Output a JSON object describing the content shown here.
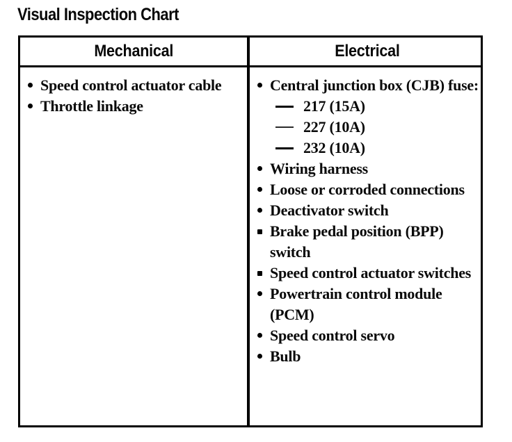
{
  "document": {
    "title": "Visual Inspection Chart"
  },
  "table": {
    "columns": [
      {
        "header": "Mechanical"
      },
      {
        "header": "Electrical"
      }
    ],
    "mechanical": {
      "items": [
        {
          "bullet": "round",
          "text": "Speed control actuator cable"
        },
        {
          "bullet": "round",
          "text": "Throttle linkage"
        }
      ]
    },
    "electrical": {
      "items": [
        {
          "bullet": "round",
          "text": "Central junction box (CJB) fuse:",
          "sub_items": [
            {
              "dash": "solid",
              "text": "217 (15A)"
            },
            {
              "dash": "faint",
              "text": "227 (10A)"
            },
            {
              "dash": "solid",
              "text": "232 (10A)"
            }
          ]
        },
        {
          "bullet": "round",
          "text": "Wiring harness"
        },
        {
          "bullet": "round",
          "text": "Loose or corroded connections"
        },
        {
          "bullet": "round",
          "text": "Deactivator switch"
        },
        {
          "bullet": "square",
          "text": "Brake pedal position (BPP) switch"
        },
        {
          "bullet": "square",
          "text": "Speed control actuator switches"
        },
        {
          "bullet": "round",
          "text": "Powertrain control module (PCM)"
        },
        {
          "bullet": "round",
          "text": "Speed control servo"
        },
        {
          "bullet": "round",
          "text": "Bulb"
        }
      ]
    }
  },
  "colors": {
    "ink": "#000000",
    "page": "#ffffff"
  }
}
